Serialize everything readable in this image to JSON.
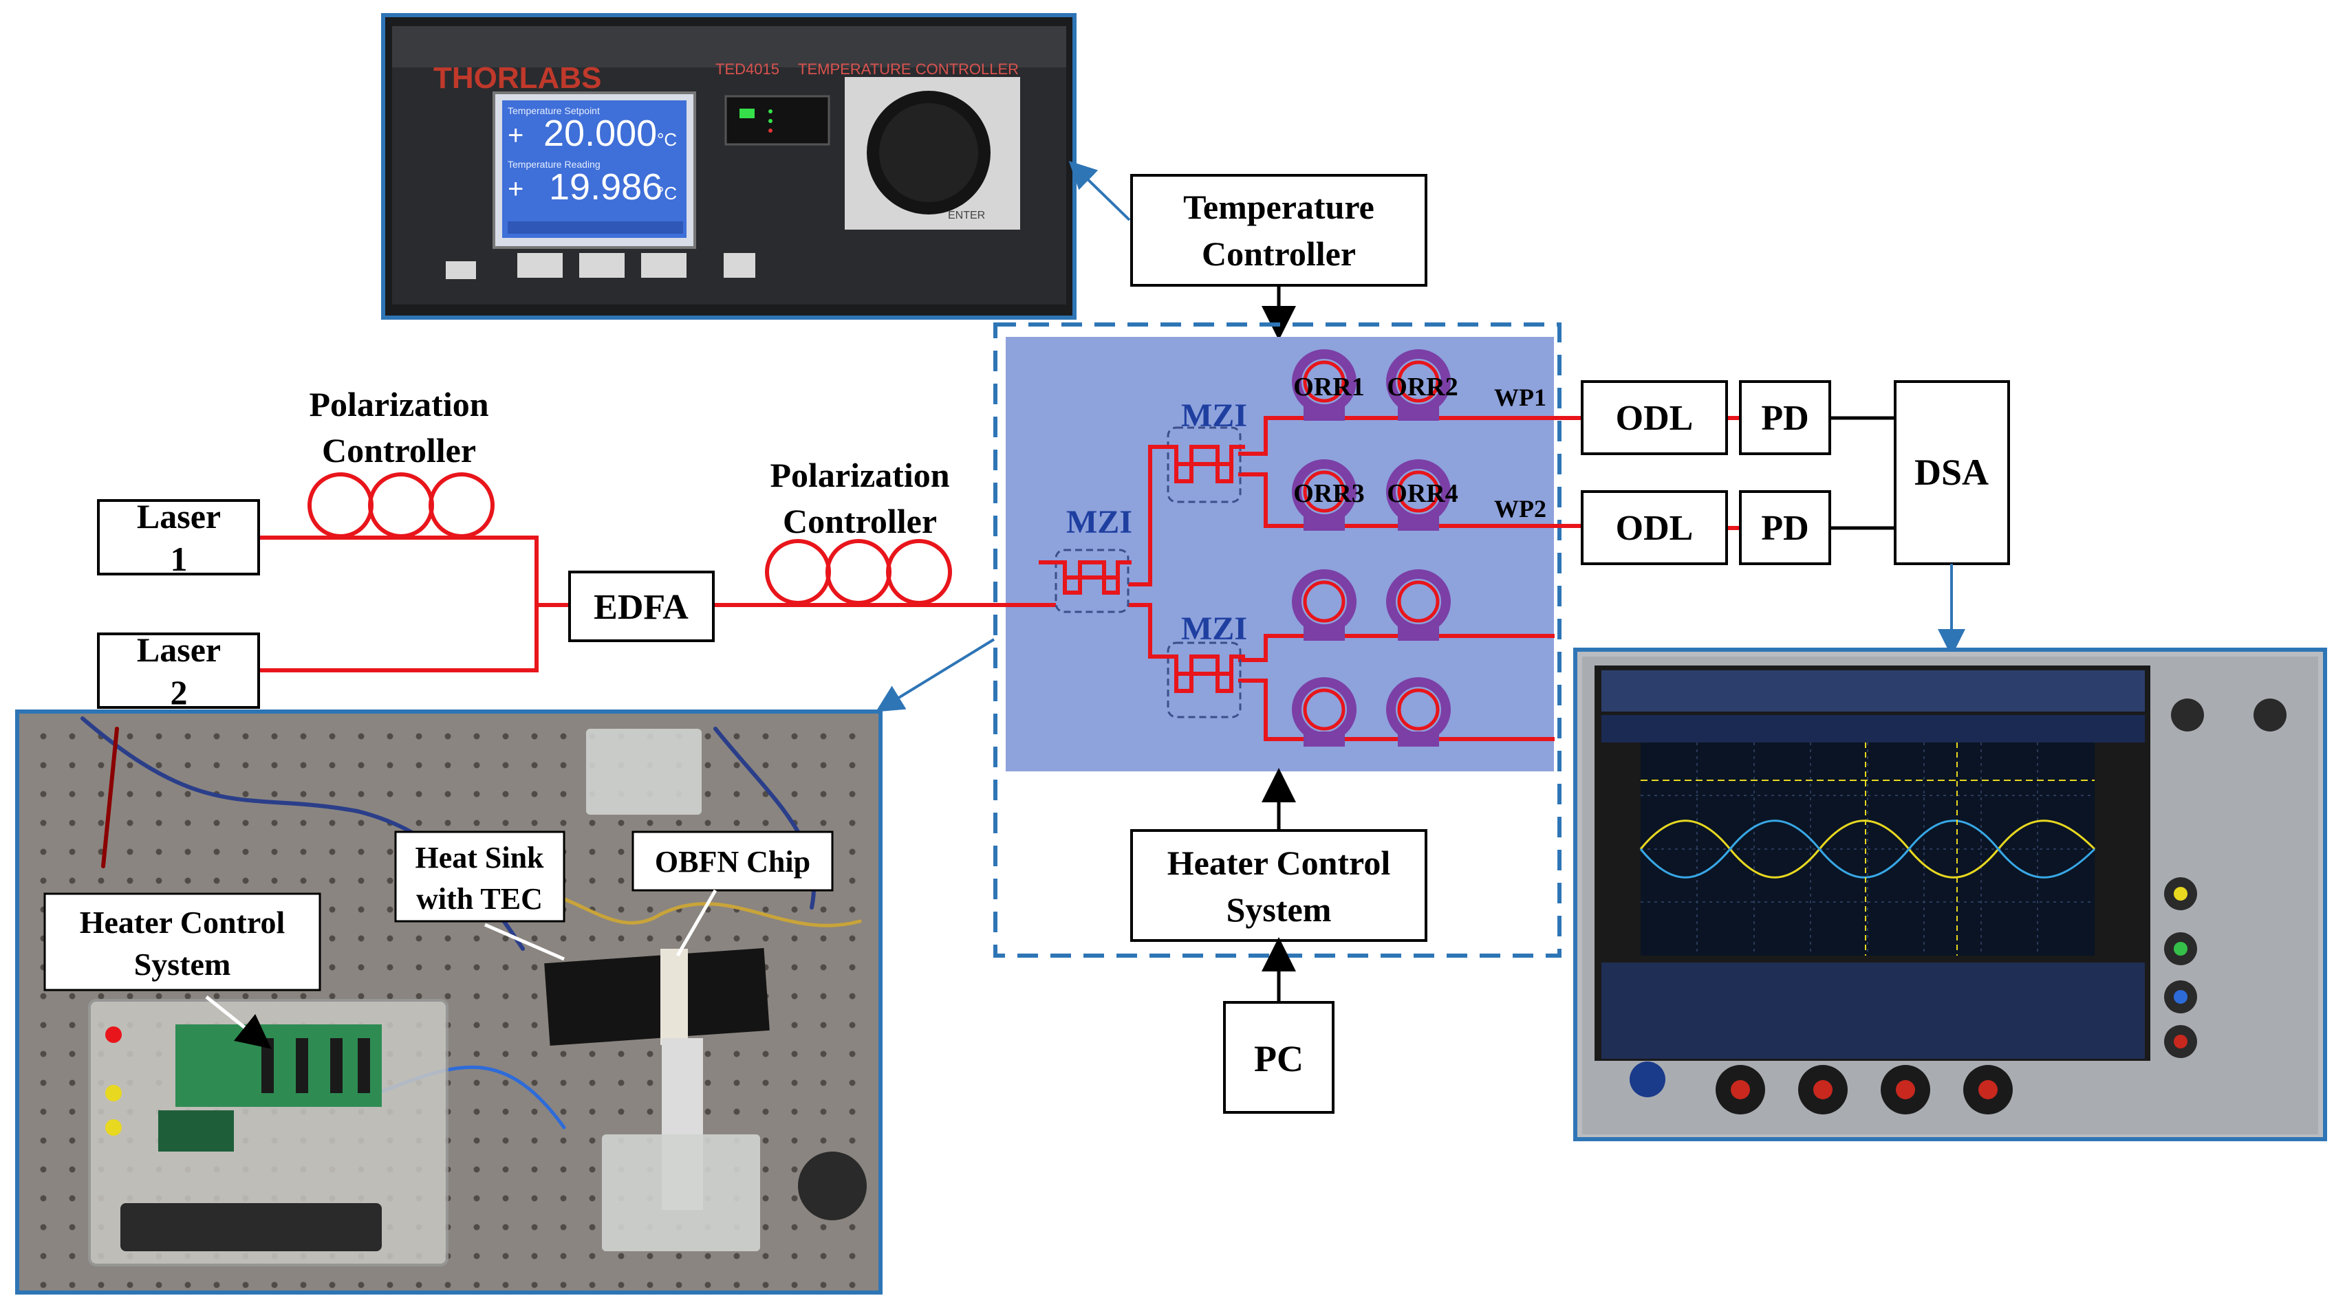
{
  "labels": {
    "temp_controller_line1": "Temperature",
    "temp_controller_line2": "Controller",
    "polarization_controller_1_line1": "Polarization",
    "polarization_controller_1_line2": "Controller",
    "polarization_controller_2_line1": "Polarization",
    "polarization_controller_2_line2": "Controller",
    "laser1_line1": "Laser",
    "laser1_line2": "1",
    "laser2_line1": "Laser",
    "laser2_line2": "2",
    "edfa": "EDFA",
    "mzi": "MZI",
    "orr1": "ORR1",
    "orr2": "ORR2",
    "orr3": "ORR3",
    "orr4": "ORR4",
    "wp1": "WP1",
    "wp2": "WP2",
    "odl": "ODL",
    "pd": "PD",
    "dsa": "DSA",
    "heater_control_line1": "Heater Control",
    "heater_control_line2": "System",
    "pc": "PC",
    "photo_heater_line1": "Heater Control",
    "photo_heater_line2": "System",
    "photo_heatsink_line1": "Heat Sink",
    "photo_heatsink_line2": "with TEC",
    "photo_obfn_chip": "OBFN Chip"
  },
  "thorlabs_photo": {
    "brand": "THORLABS",
    "model": "TED4015",
    "model_desc": "TEMPERATURE CONTROLLER",
    "setpoint_label": "Temperature Setpoint",
    "setpoint_value": "20.000",
    "actual_label": "Temperature Reading",
    "actual_value": "19.986",
    "unit": "°C",
    "knob_label": "ENTER"
  },
  "colors": {
    "fiber": "#e8151b",
    "chip_bg": "#8ea2dc",
    "dashed_border": "#2e75b6",
    "arrow_blue": "#2e75b6",
    "ring": "#7b3fa6",
    "mzi_box": "#3c4f8a"
  }
}
